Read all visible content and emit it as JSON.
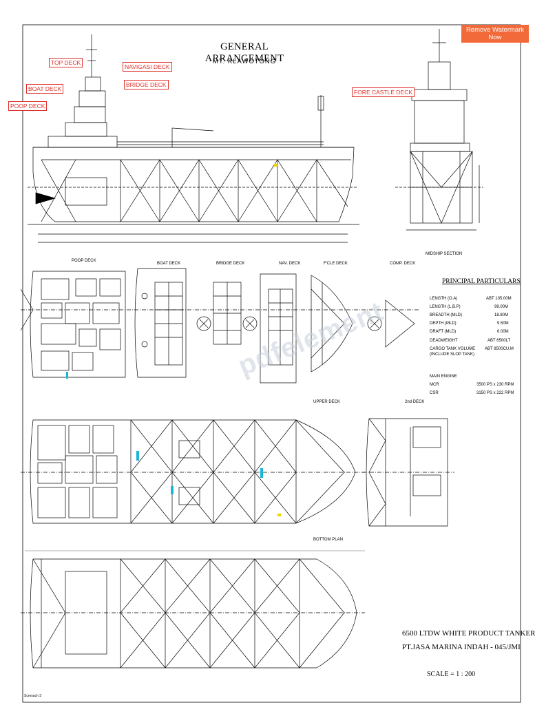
{
  "watermark_button": "Remove Watermark Now",
  "title": "GENERAL ARRANGEMENT",
  "subtitle": "MT. KLAWOTONG",
  "deck_callouts": {
    "top_deck": "TOP DECK",
    "navigasi_deck": "NAVIGASI DECK",
    "bridge_deck": "BRIDGE DECK",
    "boat_deck": "BOAT DECK",
    "poop_deck": "POOP DECK",
    "fore_castle_deck": "FORE CASTLE DECK"
  },
  "view_labels": {
    "midship_section": "MIDSHIP SECTION",
    "poop_deck": "POOP DECK",
    "boat_deck": "BOAT DECK",
    "bridge_deck": "BRIDGE DECK",
    "nav_deck": "NAV. DECK",
    "fcle_deck": "F'CLE DECK",
    "comp_deck": "COMP. DECK",
    "upper_deck": "UPPER DECK",
    "second_deck": "2nd DECK",
    "bottom_plan": "BOTTOM PLAN"
  },
  "principal_particulars": {
    "heading": "PRINCIPAL PARTICULARS",
    "rows": [
      {
        "label": "LENGTH  (O.A)",
        "value": "ABT 105.00M"
      },
      {
        "label": "LENGTH  (L.B.P)",
        "value": "99.00M"
      },
      {
        "label": "BREADTH  (MLD)",
        "value": "18.80M"
      },
      {
        "label": "DEPTH  (MLD)",
        "value": "9.50M"
      },
      {
        "label": "DRAFT  (MLD)",
        "value": "6.00M"
      },
      {
        "label": "DEADWEIGHT",
        "value": "ABT 6500LT"
      },
      {
        "label": "CARGO TANK VOLUME",
        "value": "ABT 8500CU.M"
      },
      {
        "label": "(INCLUDE SLOP TANK)",
        "value": ""
      }
    ],
    "main_engine_heading": "MAIN ENGINE",
    "engine_rows": [
      {
        "label": "MCR",
        "value": "3500 PS x 230 RPM"
      },
      {
        "label": "CSR",
        "value": "3150 PS x 222 RPM"
      }
    ]
  },
  "title_block": {
    "ship_type": "6500 LTDW WHITE PRODUCT TANKER",
    "builder": "PT.JASA MARINA INDAH - 045/JMI",
    "scale": "SCALE  =  1 : 200"
  },
  "file_note": "Scresuch 3",
  "pdf_watermark": "pdfelement",
  "colors": {
    "drawing_line": "#000000",
    "callout_red": "#e0302a",
    "watermark_orange": "#f26a3a",
    "highlight_cyan": "#1ab6d9",
    "highlight_yellow": "#f0d400"
  }
}
